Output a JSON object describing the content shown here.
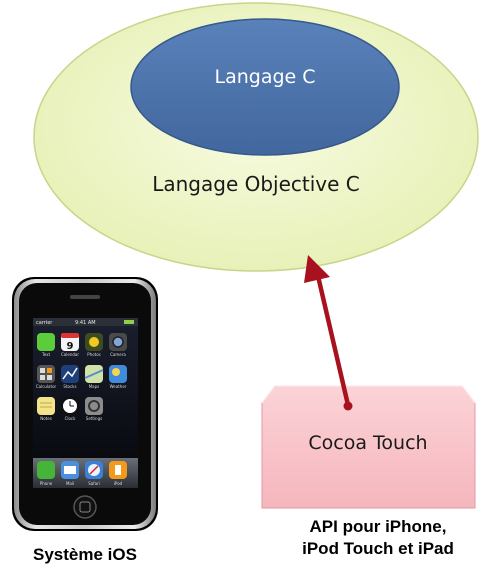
{
  "diagram": {
    "inner_node": "Langage C",
    "outer_node": "Langage Objective C",
    "cocoa_node": "Cocoa Touch",
    "phone_caption": "Système iOS",
    "api_caption_line1": "API pour iPhone,",
    "api_caption_line2": "iPod Touch et iPad"
  },
  "phone_screen": {
    "carrier": "carrier",
    "time": "9:41 AM",
    "calendar_day": "9",
    "apps": [
      "Text",
      "Calendar",
      "Photos",
      "Camera",
      "Calculator",
      "Stocks",
      "Maps",
      "Weather",
      "Notes",
      "Clock",
      "Settings"
    ],
    "dock": [
      "Phone",
      "Mail",
      "Safari",
      "iPod"
    ]
  },
  "colors": {
    "outer_fill": "#eef5c4",
    "inner_fill": "#4f76ae",
    "cocoa_fill": "#f8c4ca",
    "arrow": "#a8121f"
  }
}
